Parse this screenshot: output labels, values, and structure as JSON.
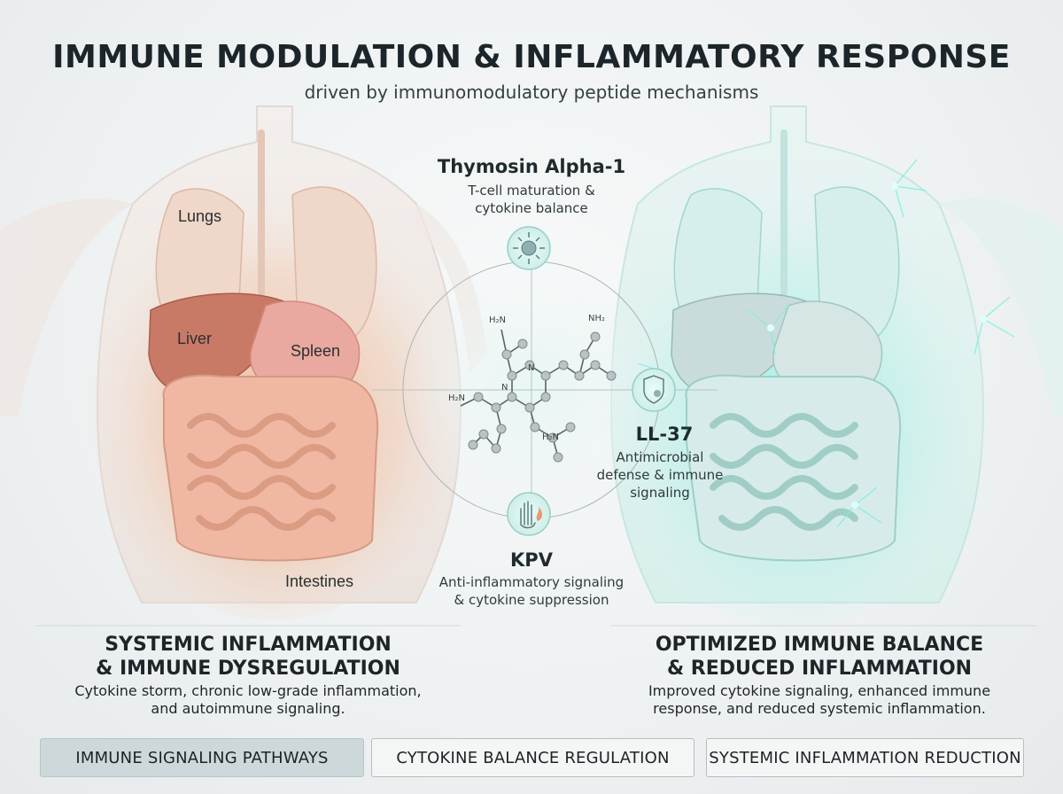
{
  "header": {
    "title": "IMMUNE MODULATION & INFLAMMATORY RESPONSE",
    "subtitle": "driven by immunomodulatory peptide mechanisms"
  },
  "organs": {
    "lungs": "Lungs",
    "liver": "Liver",
    "spleen": "Spleen",
    "intestines": "Intestines"
  },
  "peptides": {
    "thymosin": {
      "name": "Thymosin Alpha-1",
      "desc_line1": "T-cell maturation &",
      "desc_line2": "cytokine balance",
      "icon": "cell-signal-icon"
    },
    "ll37": {
      "name": "LL-37",
      "desc_line1": "Antimicrobial",
      "desc_line2": "defense & immune",
      "desc_line3": "signaling",
      "icon": "shield-microbe-icon"
    },
    "kpv": {
      "name": "KPV",
      "desc_line1": "Anti-inflammatory signaling",
      "desc_line2": "& cytokine suppression",
      "icon": "hand-flame-icon"
    }
  },
  "molecule_labels": {
    "nh2_a": "H₂N",
    "nh2_b": "NH₂",
    "nh2_c": "H₂N",
    "nh2_d": "H₂N",
    "n_a": "N",
    "n_b": "N"
  },
  "left_panel": {
    "heading_line1": "SYSTEMIC INFLAMMATION",
    "heading_line2": "& IMMUNE DYSREGULATION",
    "text_line1": "Cytokine storm, chronic low-grade inflammation,",
    "text_line2": "and autoimmune signaling."
  },
  "right_panel": {
    "heading_line1": "OPTIMIZED IMMUNE BALANCE",
    "heading_line2": "& REDUCED INFLAMMATION",
    "text_line1": "Improved cytokine signaling, enhanced immune",
    "text_line2": "response, and reduced systemic inflammation."
  },
  "footer_tags": [
    {
      "label": "IMMUNE SIGNALING PATHWAYS",
      "active": true
    },
    {
      "label": "CYTOKINE BALANCE REGULATION",
      "active": false
    },
    {
      "label": "SYSTEMIC INFLAMMATION REDUCTION",
      "active": false
    }
  ],
  "colors": {
    "inflamed": "#e9a27e",
    "healthy": "#7fe3d8",
    "text": "#1f2a2e"
  }
}
